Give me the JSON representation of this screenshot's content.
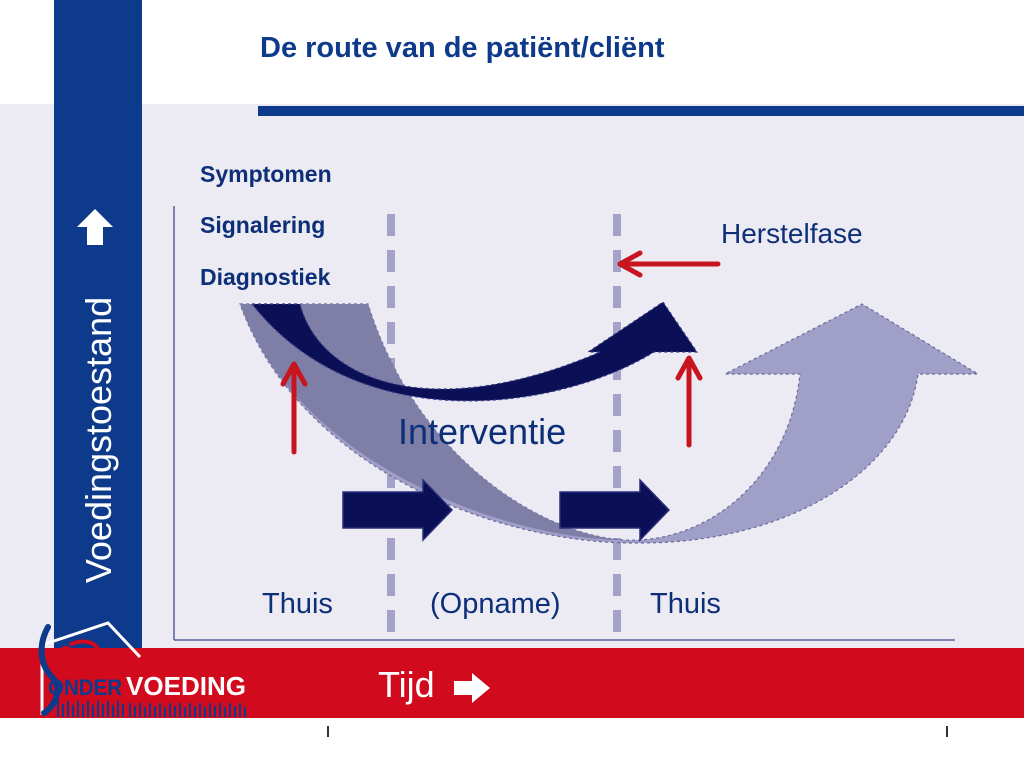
{
  "title": "De route van de patiënt/cliënt",
  "y_axis": {
    "label": "Voedingstoestand",
    "icon": "arrow-up-icon"
  },
  "x_axis": {
    "label": "Tijd",
    "icon": "arrow-right-icon"
  },
  "stages": [
    "Symptomen",
    "Signalering",
    "Diagnostiek"
  ],
  "phases": {
    "home_before": "Thuis",
    "admission": "(Opname)",
    "home_after": "Thuis"
  },
  "recovery": "Herstelfase",
  "intervention": "Interventie",
  "logo": {
    "word_onder": "ONDER",
    "word_voeding": "VOEDING"
  },
  "colors": {
    "brand_blue": "#0d3a8a",
    "brand_red": "#d20a1e",
    "dark_navy": "#0b0f55",
    "curve_grey": "#7f7ea6",
    "curve_light": "#a09fc8",
    "dash_color": "#a4a2ca",
    "background": "#eceaf2"
  }
}
